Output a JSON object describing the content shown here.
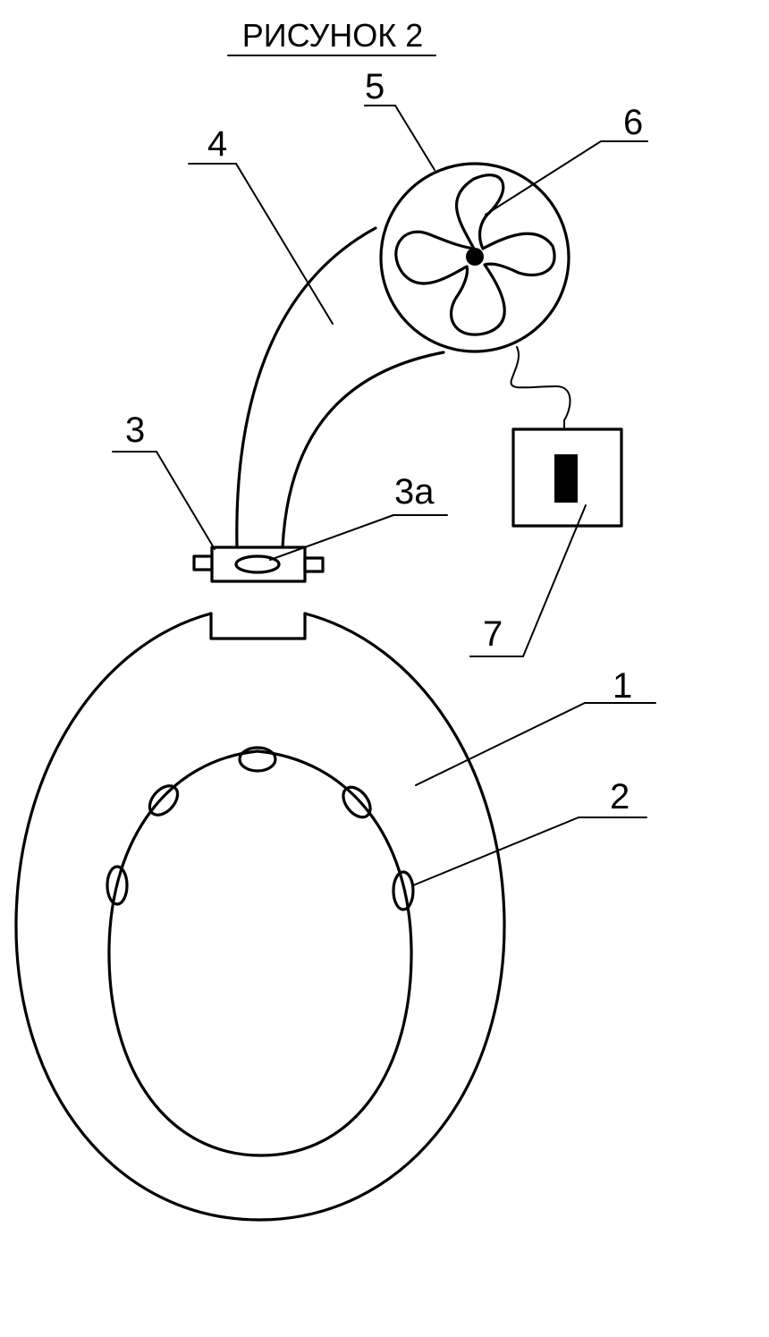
{
  "figure": {
    "title": "РИСУНОК 2",
    "labels": {
      "l1": "1",
      "l2": "2",
      "l3": "3",
      "l3a": "3а",
      "l4": "4",
      "l5": "5",
      "l6": "6",
      "l7": "7"
    }
  }
}
